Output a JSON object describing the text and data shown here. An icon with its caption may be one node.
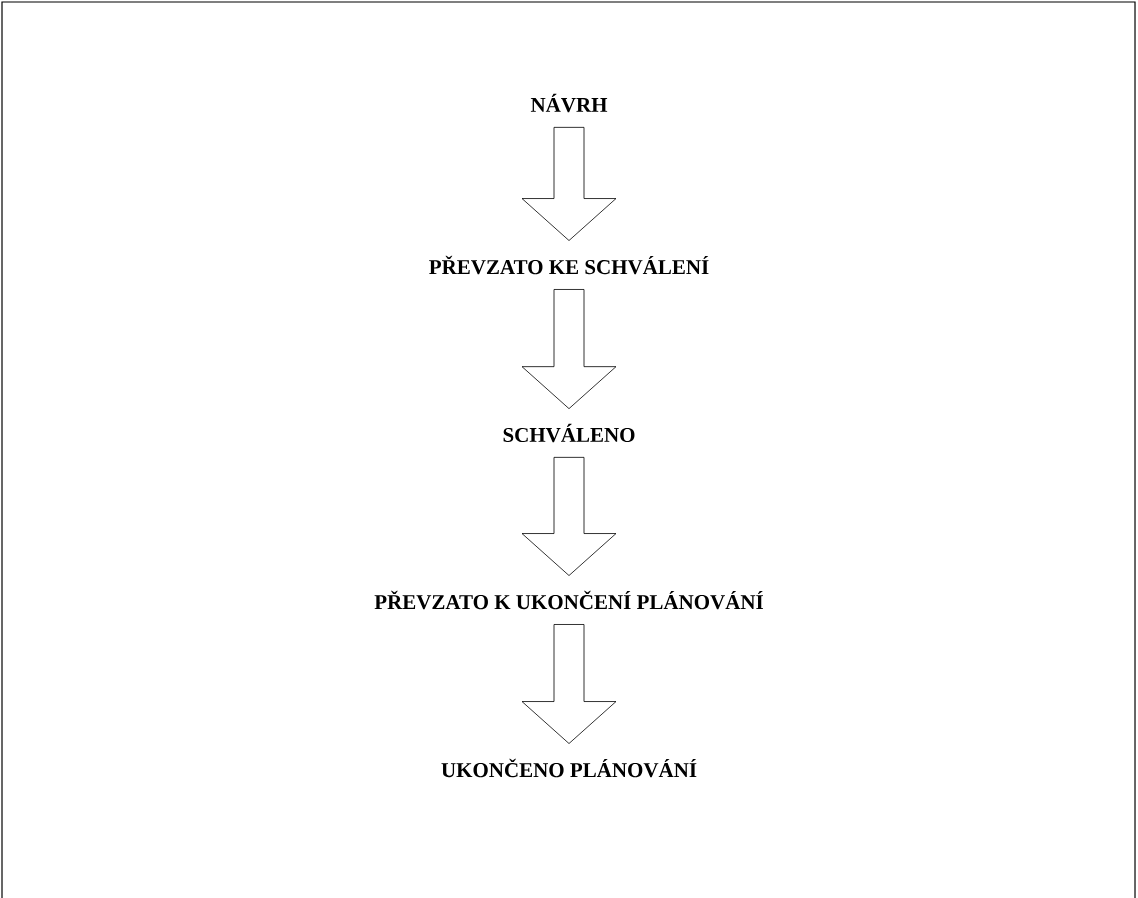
{
  "diagram": {
    "nodes": [
      {
        "text": [
          "NÁVRH"
        ]
      },
      {
        "text": [
          "PŘEVZATO KE SCHVÁLENÍ"
        ]
      },
      {
        "text": [
          "SCHVÁLENO"
        ]
      },
      {
        "text": [
          "PŘEVZATO K UKONČENÍ PLÁNOVÁNÍ"
        ]
      },
      {
        "text": [
          "UKONČENO PLÁNOVÁNÍ"
        ]
      }
    ],
    "edges": [
      {
        "from": 0,
        "to": 1,
        "arrow": "to"
      },
      {
        "from": 1,
        "to": 2,
        "arrow": "to"
      },
      {
        "from": 2,
        "to": 3,
        "arrow": "to"
      },
      {
        "from": 3,
        "to": 4,
        "arrow": "to"
      }
    ]
  }
}
